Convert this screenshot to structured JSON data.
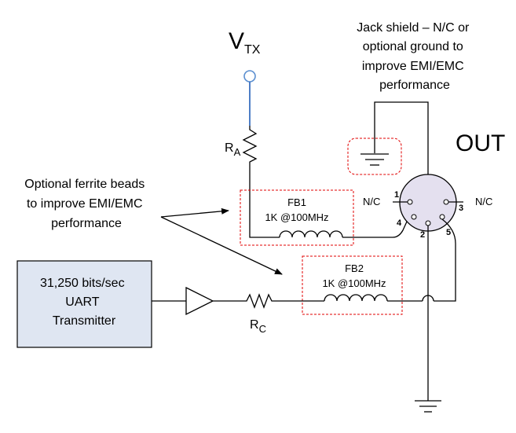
{
  "labels": {
    "vtx_main": "V",
    "vtx_sub": "TX",
    "jack_note": [
      "Jack shield – N/C or",
      "optional ground to",
      "improve EMI/EMC",
      "performance"
    ],
    "out": "OUT",
    "ra_main": "R",
    "ra_sub": "A",
    "rc_main": "R",
    "rc_sub": "C",
    "ferrite_note": [
      "Optional ferrite beads",
      "to improve EMI/EMC",
      "performance"
    ],
    "fb1_name": "FB1",
    "fb1_value": "1K @100MHz",
    "fb2_name": "FB2",
    "fb2_value": "1K @100MHz",
    "uart": [
      "31,250 bits/sec",
      "UART",
      "Transmitter"
    ],
    "nc_left": "N/C",
    "nc_right": "N/C",
    "pin1": "1",
    "pin2": "2",
    "pin3": "3",
    "pin4": "4",
    "pin5": "5"
  },
  "colors": {
    "vtx_terminal": "#5b8fd0",
    "dashed_boxes": "#e00000",
    "uart_fill": "#dfe6f2",
    "connector_fill": "#e4e0ef"
  }
}
